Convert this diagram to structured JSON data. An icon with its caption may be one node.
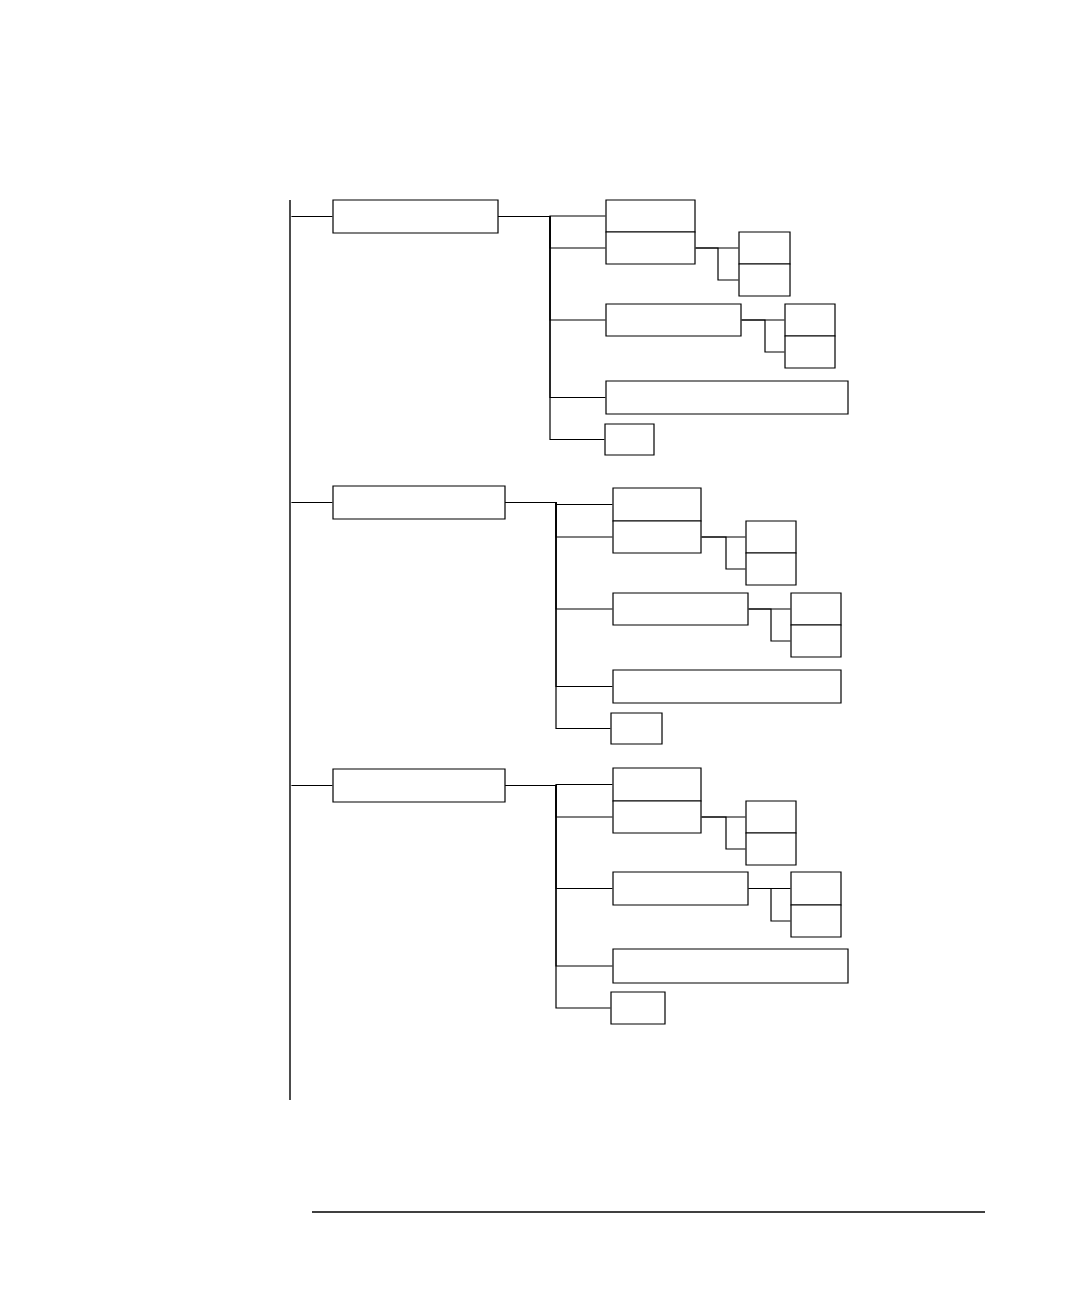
{
  "diagram": {
    "nodes": [
      {
        "text": [],
        "shape": "bar"
      },
      {
        "text": [],
        "shape": "box"
      },
      {
        "text": [],
        "shape": "box"
      },
      {
        "text": [],
        "shape": "box"
      },
      {
        "text": [],
        "shape": "box"
      },
      {
        "text": [],
        "shape": "box"
      },
      {
        "text": [],
        "shape": "box"
      },
      {
        "text": [],
        "shape": "box"
      },
      {
        "text": [],
        "shape": "box"
      },
      {
        "text": [],
        "shape": "box"
      },
      {
        "text": [],
        "shape": "box"
      },
      {
        "text": [],
        "shape": "box"
      },
      {
        "text": [],
        "shape": "box"
      },
      {
        "text": [],
        "shape": "box"
      },
      {
        "text": [],
        "shape": "box"
      },
      {
        "text": [],
        "shape": "box"
      },
      {
        "text": [],
        "shape": "box"
      },
      {
        "text": [],
        "shape": "box"
      },
      {
        "text": [],
        "shape": "box"
      },
      {
        "text": [],
        "shape": "box"
      },
      {
        "text": [],
        "shape": "box"
      },
      {
        "text": [],
        "shape": "box"
      },
      {
        "text": [],
        "shape": "box"
      },
      {
        "text": [],
        "shape": "box"
      },
      {
        "text": [],
        "shape": "box"
      },
      {
        "text": [],
        "shape": "box"
      },
      {
        "text": [],
        "shape": "box"
      },
      {
        "text": [],
        "shape": "box"
      },
      {
        "text": [],
        "shape": "box"
      },
      {
        "text": [],
        "shape": "box"
      },
      {
        "text": [],
        "shape": "box"
      }
    ],
    "edges": [
      {
        "from": 0,
        "to": 1,
        "arrow": "none"
      },
      {
        "from": 1,
        "to": 2,
        "arrow": "none"
      },
      {
        "from": 1,
        "to": 3,
        "arrow": "none"
      },
      {
        "from": 1,
        "to": 6,
        "arrow": "none"
      },
      {
        "from": 1,
        "to": 9,
        "arrow": "none"
      },
      {
        "from": 1,
        "to": 10,
        "arrow": "none"
      },
      {
        "from": 3,
        "to": 4,
        "arrow": "none"
      },
      {
        "from": 3,
        "to": 5,
        "arrow": "none"
      },
      {
        "from": 6,
        "to": 7,
        "arrow": "none"
      },
      {
        "from": 6,
        "to": 8,
        "arrow": "none"
      },
      {
        "from": 0,
        "to": 11,
        "arrow": "none"
      },
      {
        "from": 11,
        "to": 12,
        "arrow": "none"
      },
      {
        "from": 11,
        "to": 13,
        "arrow": "none"
      },
      {
        "from": 11,
        "to": 16,
        "arrow": "none"
      },
      {
        "from": 11,
        "to": 19,
        "arrow": "none"
      },
      {
        "from": 11,
        "to": 20,
        "arrow": "none"
      },
      {
        "from": 13,
        "to": 14,
        "arrow": "none"
      },
      {
        "from": 13,
        "to": 15,
        "arrow": "none"
      },
      {
        "from": 16,
        "to": 17,
        "arrow": "none"
      },
      {
        "from": 16,
        "to": 18,
        "arrow": "none"
      },
      {
        "from": 0,
        "to": 21,
        "arrow": "none"
      },
      {
        "from": 21,
        "to": 22,
        "arrow": "none"
      },
      {
        "from": 21,
        "to": 23,
        "arrow": "none"
      },
      {
        "from": 21,
        "to": 26,
        "arrow": "none"
      },
      {
        "from": 21,
        "to": 29,
        "arrow": "none"
      },
      {
        "from": 21,
        "to": 30,
        "arrow": "none"
      },
      {
        "from": 23,
        "to": 24,
        "arrow": "none"
      },
      {
        "from": 23,
        "to": 25,
        "arrow": "none"
      },
      {
        "from": 26,
        "to": 27,
        "arrow": "none"
      },
      {
        "from": 26,
        "to": 28,
        "arrow": "none"
      }
    ]
  }
}
